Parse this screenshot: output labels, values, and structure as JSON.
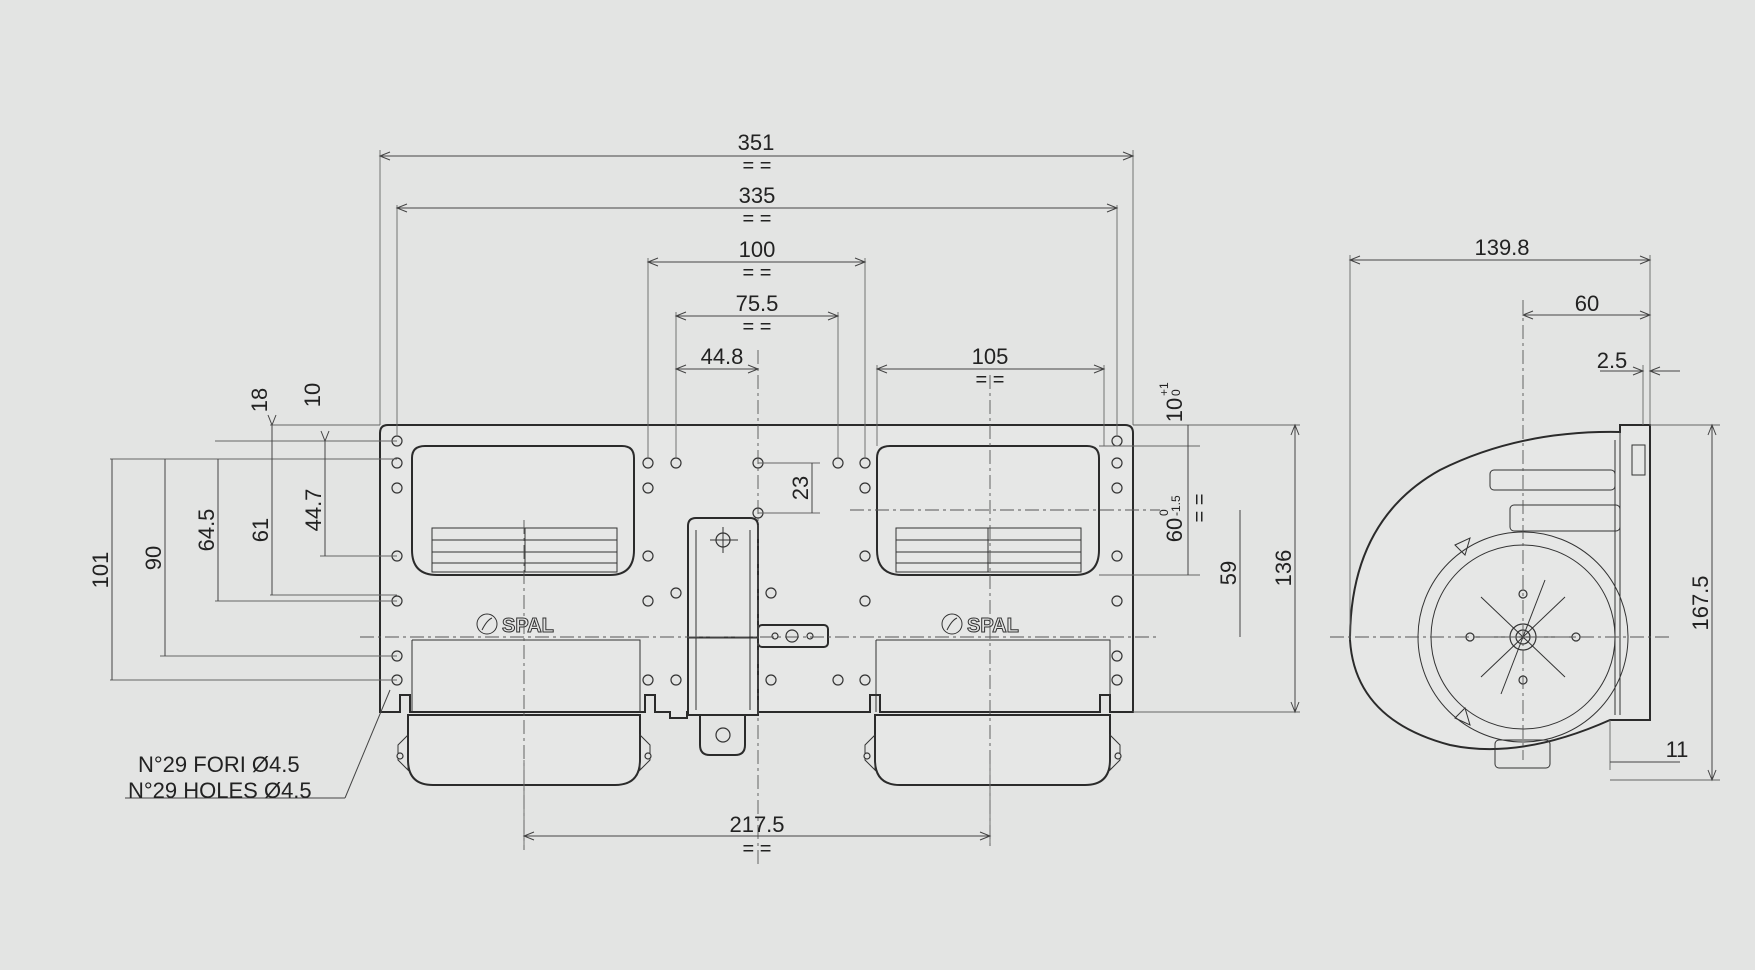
{
  "dimensions": {
    "d351": "351",
    "d335": "335",
    "d100": "100",
    "d75_5": "75.5",
    "d44_8": "44.8",
    "d105": "105",
    "d217_5": "217.5",
    "d23": "23",
    "d18": "18",
    "d10": "10",
    "d101": "101",
    "d90": "90",
    "d64_5": "64.5",
    "d61": "61",
    "d44_7": "44.7",
    "d10_tol": "10",
    "d10_tol_upper": "+1",
    "d10_tol_lower": "0",
    "d60_tol": "60",
    "d60_tol_upper": "0",
    "d60_tol_lower": "-1.5",
    "d59": "59",
    "d136": "136",
    "d139_8": "139.8",
    "d60": "60",
    "d2_5": "2.5",
    "d167_5": "167.5",
    "d11": "11"
  },
  "equal_mark": "= =",
  "notes": {
    "holes_it": "N°29 FORI Ø4.5",
    "holes_en": "N°29 HOLES Ø4.5"
  },
  "logo_text": "SPAL",
  "colors": {
    "background": "#e3e4e3",
    "lines": "#2b2b2b"
  }
}
